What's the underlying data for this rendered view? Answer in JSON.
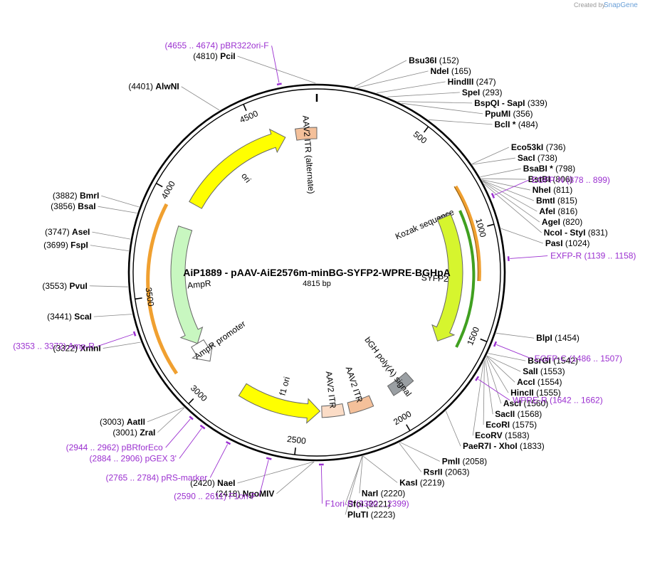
{
  "credit": {
    "created_by": "Created by",
    "brand": "SnapGene"
  },
  "plasmid": {
    "name": "AiP1889 - pAAV-AiE2576m-minBG-SYFP2-WPRE-BGHpA",
    "size_label": "4815 bp",
    "length": 4815
  },
  "ticks": [
    {
      "pos": 500,
      "label": "500"
    },
    {
      "pos": 1000,
      "label": "1000"
    },
    {
      "pos": 1500,
      "label": "1500"
    },
    {
      "pos": 2000,
      "label": "2000"
    },
    {
      "pos": 2500,
      "label": "2500"
    },
    {
      "pos": 3000,
      "label": "3000"
    },
    {
      "pos": 3500,
      "label": "3500"
    },
    {
      "pos": 4000,
      "label": "4000"
    },
    {
      "pos": 4500,
      "label": "4500"
    }
  ],
  "enzymes": [
    {
      "name": "PciI",
      "num": "(4810)",
      "pos": 4810
    },
    {
      "name": "Bsu36I",
      "num": "(152)",
      "pos": 152
    },
    {
      "name": "NdeI",
      "num": "(165)",
      "pos": 165
    },
    {
      "name": "HindIII",
      "num": "(247)",
      "pos": 247
    },
    {
      "name": "SpeI",
      "num": "(293)",
      "pos": 293
    },
    {
      "name": "BspQI - SapI",
      "num": "(339)",
      "pos": 339
    },
    {
      "name": "PpuMI",
      "num": "(356)",
      "pos": 356
    },
    {
      "name": "BclI *",
      "num": "(484)",
      "pos": 484
    },
    {
      "name": "Eco53kI",
      "num": "(736)",
      "pos": 736
    },
    {
      "name": "SacI",
      "num": "(738)",
      "pos": 738
    },
    {
      "name": "BsaBI *",
      "num": "(798)",
      "pos": 798
    },
    {
      "name": "BstBI",
      "num": "(806)",
      "pos": 806
    },
    {
      "name": "NheI",
      "num": "(811)",
      "pos": 811
    },
    {
      "name": "BmtI",
      "num": "(815)",
      "pos": 815
    },
    {
      "name": "AfeI",
      "num": "(816)",
      "pos": 816
    },
    {
      "name": "AgeI",
      "num": "(820)",
      "pos": 820
    },
    {
      "name": "NcoI - StyI",
      "num": "(831)",
      "pos": 831
    },
    {
      "name": "PasI",
      "num": "(1024)",
      "pos": 1024
    },
    {
      "name": "BlpI",
      "num": "(1454)",
      "pos": 1454
    },
    {
      "name": "BsrGI",
      "num": "(1542)",
      "pos": 1542
    },
    {
      "name": "SalI",
      "num": "(1553)",
      "pos": 1553
    },
    {
      "name": "AccI",
      "num": "(1554)",
      "pos": 1554
    },
    {
      "name": "HincII",
      "num": "(1555)",
      "pos": 1555
    },
    {
      "name": "AscI",
      "num": "(1560)",
      "pos": 1560
    },
    {
      "name": "SacII",
      "num": "(1568)",
      "pos": 1568
    },
    {
      "name": "EcoRI",
      "num": "(1575)",
      "pos": 1575
    },
    {
      "name": "EcoRV",
      "num": "(1583)",
      "pos": 1583
    },
    {
      "name": "PaeR7I - XhoI",
      "num": "(1833)",
      "pos": 1833
    },
    {
      "name": "PmlI",
      "num": "(2058)",
      "pos": 2058
    },
    {
      "name": "RsrII",
      "num": "(2063)",
      "pos": 2063
    },
    {
      "name": "KasI",
      "num": "(2219)",
      "pos": 2219
    },
    {
      "name": "NarI",
      "num": "(2220)",
      "pos": 2220
    },
    {
      "name": "SfoI",
      "num": "(2221)",
      "pos": 2221
    },
    {
      "name": "PluTI",
      "num": "(2223)",
      "pos": 2223
    },
    {
      "name": "NaeI",
      "num": "(2420)",
      "pos": 2420
    },
    {
      "name": "NgoMIV",
      "num": "(2418)",
      "pos": 2418
    },
    {
      "name": "ZraI",
      "num": "(3001)",
      "pos": 3001
    },
    {
      "name": "AatII",
      "num": "(3003)",
      "pos": 3003
    },
    {
      "name": "XmnI",
      "num": "(3322)",
      "pos": 3322
    },
    {
      "name": "ScaI",
      "num": "(3441)",
      "pos": 3441
    },
    {
      "name": "PvuI",
      "num": "(3553)",
      "pos": 3553
    },
    {
      "name": "FspI",
      "num": "(3699)",
      "pos": 3699
    },
    {
      "name": "AseI",
      "num": "(3747)",
      "pos": 3747
    },
    {
      "name": "BsaI",
      "num": "(3856)",
      "pos": 3856
    },
    {
      "name": "BmrI",
      "num": "(3882)",
      "pos": 3882
    },
    {
      "name": "AlwNI",
      "num": "(4401)",
      "pos": 4401
    }
  ],
  "primers": [
    {
      "name": "pBR322ori-F",
      "range": "(4655 .. 4674)",
      "start": 4655,
      "end": 4674
    },
    {
      "name": "EGFP-N",
      "range": "(878 .. 899)",
      "start": 878,
      "end": 899
    },
    {
      "name": "EXFP-R",
      "range": "(1139 .. 1158)",
      "start": 1139,
      "end": 1158
    },
    {
      "name": "EGFP-C",
      "range": "(1486 .. 1507)",
      "start": 1486,
      "end": 1507
    },
    {
      "name": "WPRE-R",
      "range": "(1642 .. 1662)",
      "start": 1642,
      "end": 1662
    },
    {
      "name": "F1ori-R",
      "range": "(2380 .. 2399)",
      "start": 2380,
      "end": 2399
    },
    {
      "name": "F1ori-F",
      "range": "(2590 .. 2611)",
      "start": 2590,
      "end": 2611
    },
    {
      "name": "pRS-marker",
      "range": "(2765 .. 2784)",
      "start": 2765,
      "end": 2784
    },
    {
      "name": "pGEX 3'",
      "range": "(2884 .. 2906)",
      "start": 2884,
      "end": 2906
    },
    {
      "name": "pBRforEco",
      "range": "(2944 .. 2962)",
      "start": 2944,
      "end": 2962
    },
    {
      "name": "Amp-R",
      "range": "(3353 .. 3372)",
      "start": 3353,
      "end": 3372
    }
  ],
  "features": [
    {
      "name": "AAV2 ITR (alternate)",
      "start": 4700,
      "end": 4815,
      "type": "box",
      "color": "#f4c09a"
    },
    {
      "name": "ori",
      "start": 4000,
      "end": 4640,
      "type": "arrow",
      "dir": "cw",
      "color": "#ffff00"
    },
    {
      "name": "Kozak sequence",
      "start": 880,
      "end": 890,
      "type": "box",
      "color": "#c8c8c8"
    },
    {
      "name": "SYFP2",
      "start": 890,
      "end": 1600,
      "type": "arrow",
      "dir": "cw",
      "color": "#d6f52e"
    },
    {
      "name": "bGH poly(A) signal",
      "start": 1850,
      "end": 1980,
      "type": "box",
      "color": "#9a9fa3"
    },
    {
      "name": "AAV2 ITR",
      "start": 2100,
      "end": 2230,
      "type": "box",
      "color": "#f4c09a"
    },
    {
      "name": "AAV2 ITR",
      "start": 2260,
      "end": 2380,
      "type": "box",
      "color": "#fbdcc6"
    },
    {
      "name": "f1 ori",
      "start": 2390,
      "end": 2840,
      "type": "arrow",
      "dir": "ccw",
      "color": "#ffff00"
    },
    {
      "name": "AmpR promoter",
      "start": 3080,
      "end": 3200,
      "type": "arrow",
      "dir": "ccw",
      "color": "#ffffff"
    },
    {
      "name": "AmpR",
      "start": 3200,
      "end": 3860,
      "type": "arrow",
      "dir": "ccw",
      "color": "#c8f7c0"
    }
  ]
}
